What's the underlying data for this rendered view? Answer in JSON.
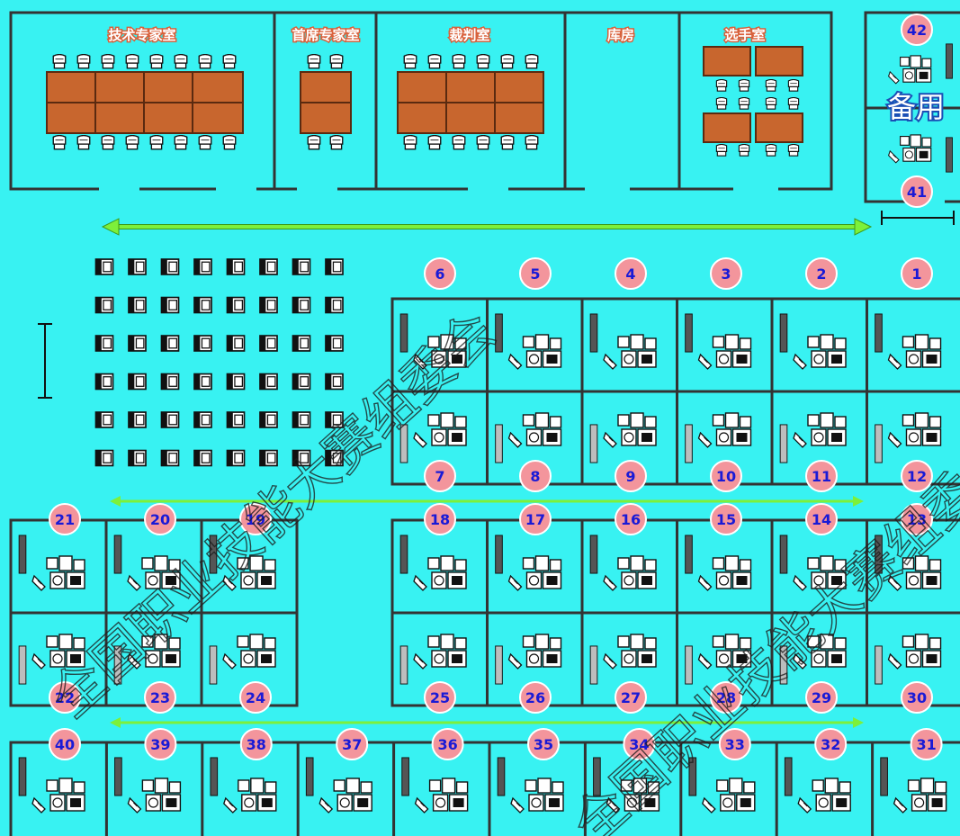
{
  "rooms": {
    "tech_expert": "技术专家室",
    "chief_expert": "首席专家室",
    "referee": "裁判室",
    "storage": "库房",
    "contestant": "选手室"
  },
  "spare_label": "备用",
  "watermark": "全国职业技能大赛组委会",
  "stations": {
    "row_a_top": [
      "6",
      "5",
      "4",
      "3",
      "2",
      "1"
    ],
    "row_a_bottom": [
      "7",
      "8",
      "9",
      "10",
      "11",
      "12"
    ],
    "left_top": [
      "21",
      "20",
      "19"
    ],
    "left_bottom": [
      "22",
      "23",
      "24"
    ],
    "row_b_top": [
      "18",
      "17",
      "16",
      "15",
      "14",
      "13"
    ],
    "row_b_bottom": [
      "25",
      "26",
      "27",
      "28",
      "29",
      "30"
    ],
    "row_c": [
      "40",
      "39",
      "38",
      "37",
      "36",
      "35",
      "34",
      "33",
      "32",
      "31"
    ],
    "spare": [
      "42",
      "41"
    ]
  },
  "colors": {
    "floor": "#38f2f2",
    "wall": "#333333",
    "table": "#c8662e",
    "badge": "#f3959c",
    "number": "#1a1ad6",
    "arrow": "#7df03a"
  }
}
